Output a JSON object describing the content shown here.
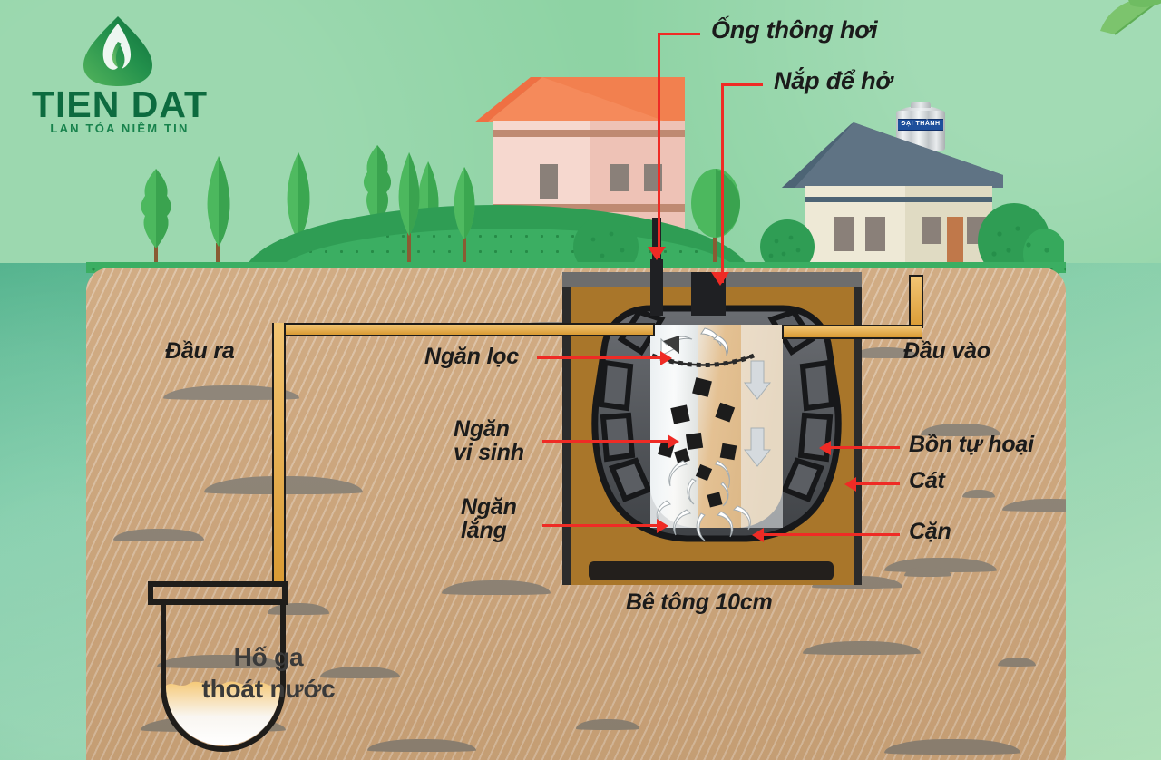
{
  "brand": {
    "name": "TIEN DAT",
    "tagline": "LAN TỎA NIỀM TIN",
    "logo_icon": "green-flame-drop-logo",
    "color": "#0d6b3f"
  },
  "colors": {
    "sky": "#8ed3a4",
    "ground_green": "#4bb183",
    "soil": "#cfa87e",
    "pit_sand": "#a9762a",
    "tank_shell": "#54575c",
    "leader_red": "#ef2b25",
    "concrete": "#231f1c",
    "pipe": "#e3a73e"
  },
  "labels": {
    "vent_pipe": "Ống thông hơi",
    "open_cover": "Nắp để hở",
    "outlet": "Đầu ra",
    "inlet": "Đầu vào",
    "filter_chamber": "Ngăn lọc",
    "bio_chamber": "Ngăn\nvi sinh",
    "settling_chamber": "Ngăn\nlắng",
    "septic_tank": "Bồn tự hoại",
    "sand": "Cát",
    "sludge": "Cặn",
    "concrete_base": "Bê tông 10cm",
    "drain_manhole": "Hố ga\nthoát nước"
  },
  "scene": {
    "water_tank_brand": "ĐẠI THÀNH",
    "left_house": {
      "roof_color": "#f2804f",
      "wall_color": "#f6d8cf"
    },
    "right_house": {
      "roof_color": "#5f7384",
      "wall_color": "#eee9d6"
    }
  },
  "diagram": {
    "type": "septic-tank-installation-cross-section",
    "chambers": [
      "Ngăn lọc",
      "Ngăn vi sinh",
      "Ngăn lắng"
    ],
    "connections": [
      "Đầu vào",
      "Đầu ra",
      "Ống thông hơi",
      "Nắp để hở"
    ],
    "materials": [
      "Cát",
      "Bê tông 10cm",
      "Cặn"
    ]
  }
}
